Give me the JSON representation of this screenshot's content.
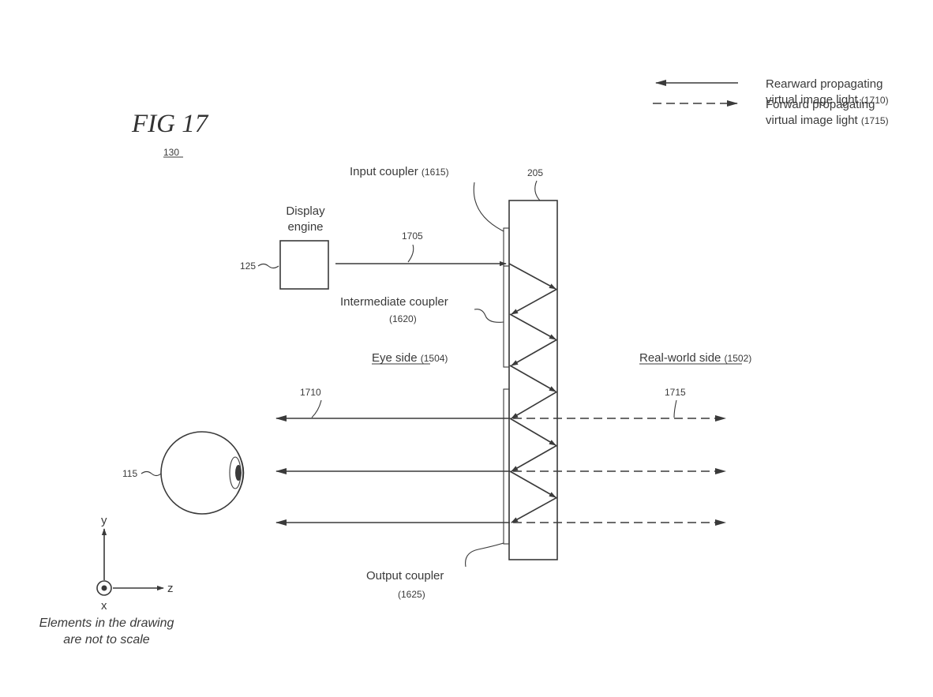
{
  "figure": {
    "title": "FIG 17",
    "ref": "130"
  },
  "legend": {
    "rearward": {
      "line1": "Rearward propagating",
      "line2": "virtual image light",
      "ref": "(1710)"
    },
    "forward": {
      "line1": "Forward propagating",
      "line2": "virtual image light",
      "ref": "(1715)"
    }
  },
  "display_engine": {
    "line1": "Display",
    "line2": "engine",
    "ref": "125"
  },
  "waveguide": {
    "ref": "205"
  },
  "input_coupler": {
    "label": "Input coupler",
    "ref": "(1615)"
  },
  "intermediate_coupler": {
    "label": "Intermediate coupler",
    "ref": "(1620)"
  },
  "output_coupler": {
    "label": "Output coupler",
    "ref": "(1625)"
  },
  "input_ray": {
    "ref": "1705"
  },
  "eye_side": {
    "label": "Eye side",
    "ref": "(1504)"
  },
  "real_world_side": {
    "label": "Real-world side",
    "ref": "(1502)"
  },
  "rearward_ray": {
    "ref": "1710"
  },
  "forward_ray": {
    "ref": "1715"
  },
  "eye": {
    "ref": "115"
  },
  "axes": {
    "y": "y",
    "z": "z",
    "x": "x"
  },
  "note": {
    "line1": "Elements in the drawing",
    "line2": "are not to scale"
  },
  "colors": {
    "ink": "#3a3a3a",
    "background": "#ffffff"
  }
}
